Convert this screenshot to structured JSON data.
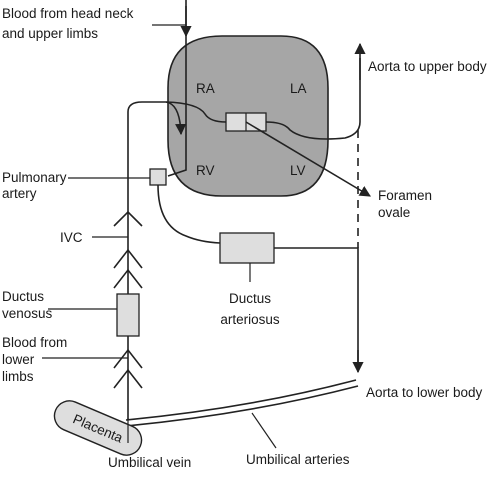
{
  "colors": {
    "heart_fill": "#a6a6a6",
    "box_fill": "#dedede",
    "line": "#222222",
    "text": "#1a1a1a"
  },
  "heart": {
    "chambers": {
      "ra": "RA",
      "la": "LA",
      "rv": "RV",
      "lv": "LV"
    }
  },
  "labels": {
    "blood_head": [
      "Blood from head neck",
      "and upper limbs"
    ],
    "aorta_upper": "Aorta to upper body",
    "pulmonary_artery": [
      "Pulmonary",
      "artery"
    ],
    "foramen_ovale": [
      "Foramen",
      "ovale"
    ],
    "ivc": "IVC",
    "ductus_arteriosus": [
      "Ductus",
      "arteriosus"
    ],
    "ductus_venosus": [
      "Ductus",
      "venosus"
    ],
    "blood_lower": [
      "Blood from",
      "lower",
      "limbs"
    ],
    "aorta_lower": "Aorta to lower body",
    "placenta": "Placenta",
    "umbilical_arteries": "Umbilical arteries",
    "umbilical_vein": "Umbilical vein"
  }
}
